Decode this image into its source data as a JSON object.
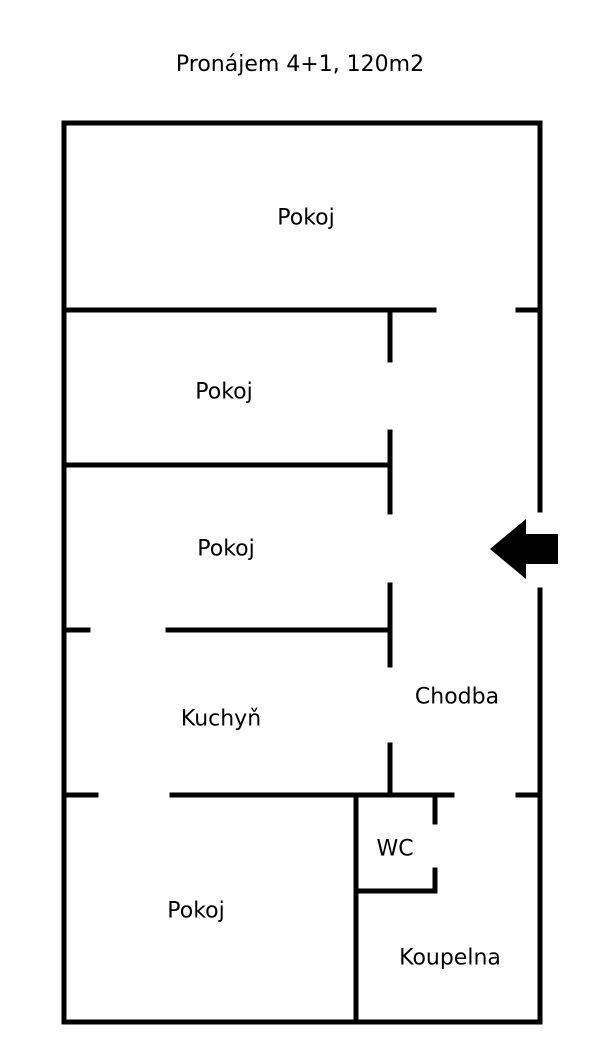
{
  "title": "Pronájem 4+1, 120m2",
  "rooms": {
    "pokoj_1": "Pokoj",
    "pokoj_2": "Pokoj",
    "pokoj_3": "Pokoj",
    "kuchyn": "Kuchyň",
    "chodba": "Chodba",
    "pokoj_4": "Pokoj",
    "wc": "WC",
    "koupelna": "Koupelna"
  },
  "entrance_arrow": "left-arrow-icon",
  "colors": {
    "wall": "#000000",
    "background": "#ffffff"
  }
}
